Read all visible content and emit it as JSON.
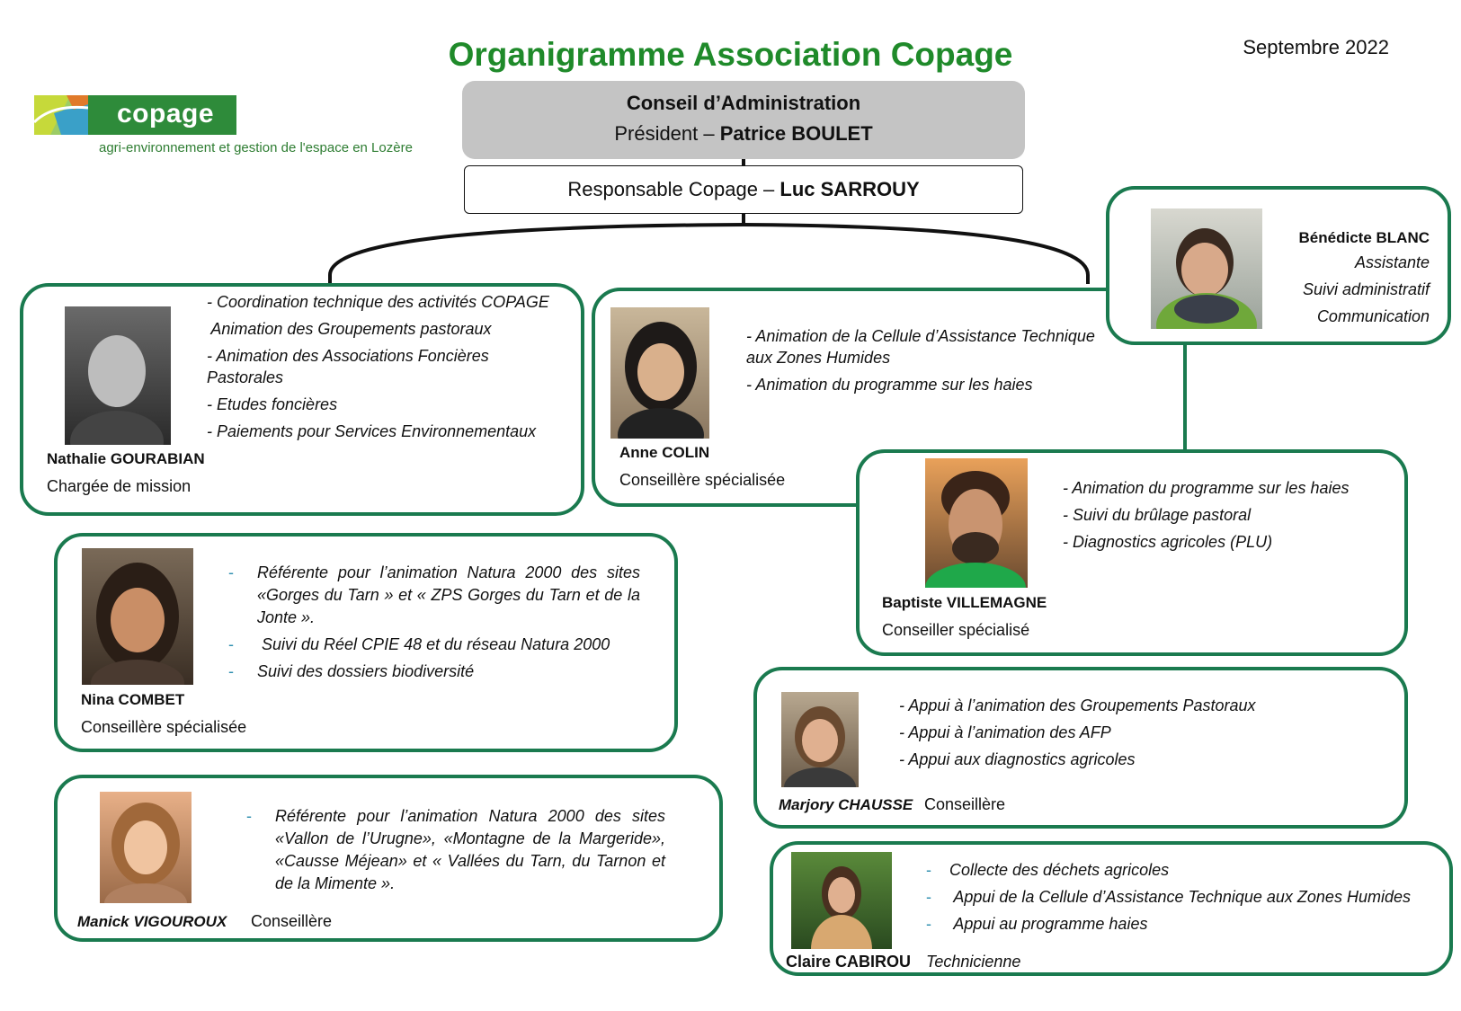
{
  "header": {
    "title": "Organigramme Association Copage",
    "date": "Septembre 2022"
  },
  "logo": {
    "wordmark": "copage",
    "tagline": "agri-environnement et gestion de l'espace en Lozère"
  },
  "board": {
    "line1": "Conseil d’Administration",
    "president_prefix": "Président – ",
    "president_name": "Patrice BOULET"
  },
  "manager": {
    "prefix": "Responsable Copage – ",
    "name": "Luc SARROUY"
  },
  "staff": {
    "benedicte": {
      "name": "Bénédicte BLANC",
      "lines": [
        "Assistante",
        "Suivi administratif",
        "Communication"
      ]
    },
    "nathalie": {
      "name": "Nathalie GOURABIAN",
      "role": "Chargée de mission",
      "tasks": [
        "- Coordination technique des activités COPAGE",
        " Animation des Groupements pastoraux",
        "- Animation des Associations Foncières",
        "Pastorales",
        "- Etudes foncières",
        "- Paiements pour Services Environnementaux"
      ]
    },
    "anne": {
      "name": "Anne COLIN",
      "role": "Conseillère spécialisée",
      "tasks": [
        "- Animation de la Cellule d’Assistance Technique",
        "aux Zones Humides",
        "- Animation du programme sur les haies"
      ]
    },
    "baptiste": {
      "name": "Baptiste VILLEMAGNE",
      "role": "Conseiller spécialisé",
      "tasks": [
        "- Animation du programme sur les haies",
        "- Suivi du brûlage pastoral",
        "- Diagnostics agricoles (PLU)"
      ]
    },
    "nina": {
      "name": "Nina COMBET",
      "role": "Conseillère spécialisée",
      "tasks": [
        "Référente pour l’animation Natura 2000 des sites «Gorges du Tarn » et « ZPS Gorges du Tarn et de la Jonte ».",
        " Suivi du Réel CPIE 48 et du réseau Natura 2000",
        "Suivi des dossiers biodiversité"
      ]
    },
    "marjory": {
      "name": "Marjory CHAUSSE",
      "role": "Conseillère",
      "tasks": [
        "- Appui à l’animation des Groupements Pastoraux",
        "- Appui à l’animation des AFP",
        "- Appui aux diagnostics agricoles"
      ]
    },
    "manick": {
      "name": "Manick VIGOUROUX",
      "role": "Conseillère",
      "tasks": [
        "Référente pour l’animation Natura 2000 des sites «Vallon de l’Urugne», «Montagne de la Margeride», «Causse Méjean» et « Vallées du Tarn, du Tarnon et de la Mimente »."
      ]
    },
    "claire": {
      "name": "Claire CABIROU",
      "role": "Technicienne",
      "tasks": [
        "Collecte des déchets agricoles",
        " Appui de la Cellule d’Assistance Technique aux Zones Humides",
        " Appui au programme haies"
      ]
    }
  },
  "colors": {
    "title_green": "#1f8a2a",
    "card_border": "#1a7a4f",
    "board_gray": "#c4c4c4"
  }
}
